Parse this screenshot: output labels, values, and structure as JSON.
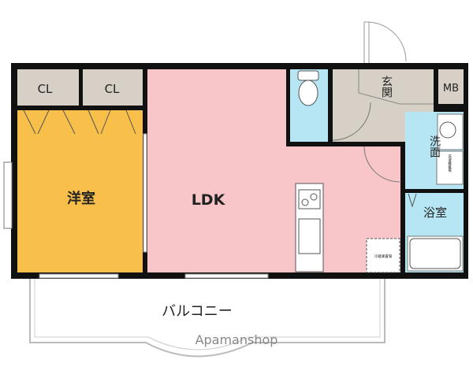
{
  "rooms": {
    "closet_1": "CL",
    "closet_2": "CL",
    "western_room": "洋室",
    "ldk": "LDK",
    "entrance": "玄関",
    "meter_box": "MB",
    "washroom": "洗面",
    "bathroom": "浴室",
    "balcony": "バルコニー",
    "washing_machine_space": "洗濯機置場",
    "fridge_space": "冷蔵庫置場"
  },
  "watermark": "Apamanshop",
  "colors": {
    "western_room": "#F8C04A",
    "ldk": "#F8C6C8",
    "wet_area": "#B6E6F4",
    "entrance": "#D6D0C6",
    "closet": "#D6D0C6",
    "wall": "#111111"
  }
}
